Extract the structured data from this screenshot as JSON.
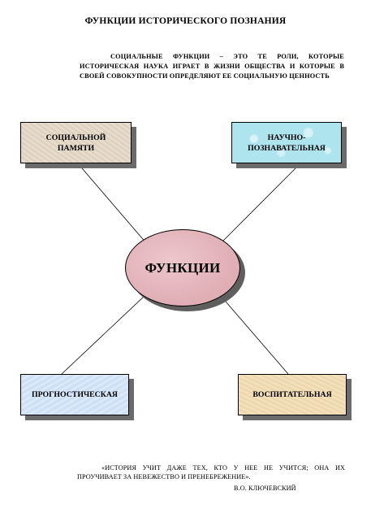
{
  "title": "ФУНКЦИИ ИСТОРИЧЕСКОГО ПОЗНАНИЯ",
  "intro": "СОЦИАЛЬНЫЕ ФУНКЦИИ – ЭТО ТЕ РОЛИ, КОТОРЫЕ ИСТОРИЧЕСКАЯ НАУКА ИГРАЕТ В ЖИЗНИ ОБЩЕСТВА И КОТОРЫЕ В СВОЕЙ СОВОКУПНОСТИ ОПРЕДЕЛЯЮТ ЕЕ СОЦИАЛЬНУЮ ЦЕННОСТЬ",
  "center": {
    "label": "ФУНКЦИИ",
    "color": "#e3b6bc"
  },
  "nodes": {
    "memory": {
      "label": "СОЦИАЛЬНОЙ ПАМЯТИ",
      "color": "#e7dccb"
    },
    "cognitive": {
      "label": "НАУЧНО-ПОЗНАВАТЕЛЬНАЯ",
      "color": "#aee4ee"
    },
    "prognostic": {
      "label": "ПРОГНОСТИЧЕСКАЯ",
      "color": "#cfe1f6"
    },
    "educational": {
      "label": "ВОСПИТАТЕЛЬНАЯ",
      "color": "#f3dfb9"
    }
  },
  "quote": {
    "text": "«ИСТОРИЯ УЧИТ ДАЖЕ ТЕХ, КТО У НЕЕ НЕ УЧИТСЯ; ОНА ИХ ПРОУЧИВАЕТ ЗА НЕВЕЖЕСТВО И ПРЕНЕБРЕЖЕНИЕ».",
    "author": "В.О. КЛЮЧЕВСКИЙ"
  }
}
